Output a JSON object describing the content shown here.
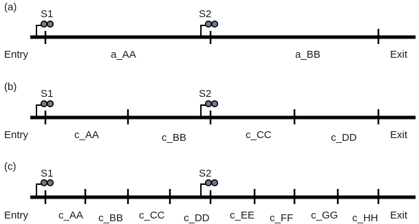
{
  "panels": [
    {
      "label": "(a)",
      "signals": [
        "S1",
        "S2"
      ],
      "entry": "Entry",
      "exit": "Exit",
      "sections": [
        "a_AA",
        "a_BB"
      ]
    },
    {
      "label": "(b)",
      "signals": [
        "S1",
        "S2"
      ],
      "entry": "Entry",
      "exit": "Exit",
      "sections": [
        "c_AA",
        "c_BB",
        "c_CC",
        "c_DD"
      ]
    },
    {
      "label": "(c)",
      "signals": [
        "S1",
        "S2"
      ],
      "entry": "Entry",
      "exit": "Exit",
      "sections": [
        "c_AA",
        "c_BB",
        "c_CC",
        "c_DD",
        "c_EE",
        "c_FF",
        "c_GG",
        "c_HH"
      ]
    }
  ],
  "icons": {
    "signal": "railway-signal-icon"
  },
  "colors": {
    "track": "#000000",
    "signal_lamp": "#6d7d8f"
  }
}
